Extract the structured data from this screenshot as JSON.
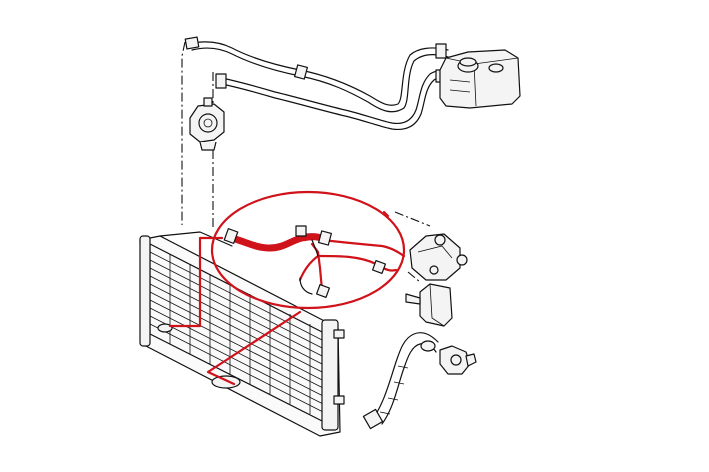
{
  "diagram": {
    "type": "engine-cooling-system-exploded-view",
    "annotation_color": "#d0121b",
    "line_color": "#111111",
    "components": [
      "expansion-tank",
      "upper-return-hoses",
      "pump-assembly",
      "highlighted-hose-y-junction",
      "thermostat-housing",
      "sensor-box",
      "lower-radiator-hose",
      "water-outlet",
      "radiator",
      "lower-hose-clamp"
    ]
  }
}
